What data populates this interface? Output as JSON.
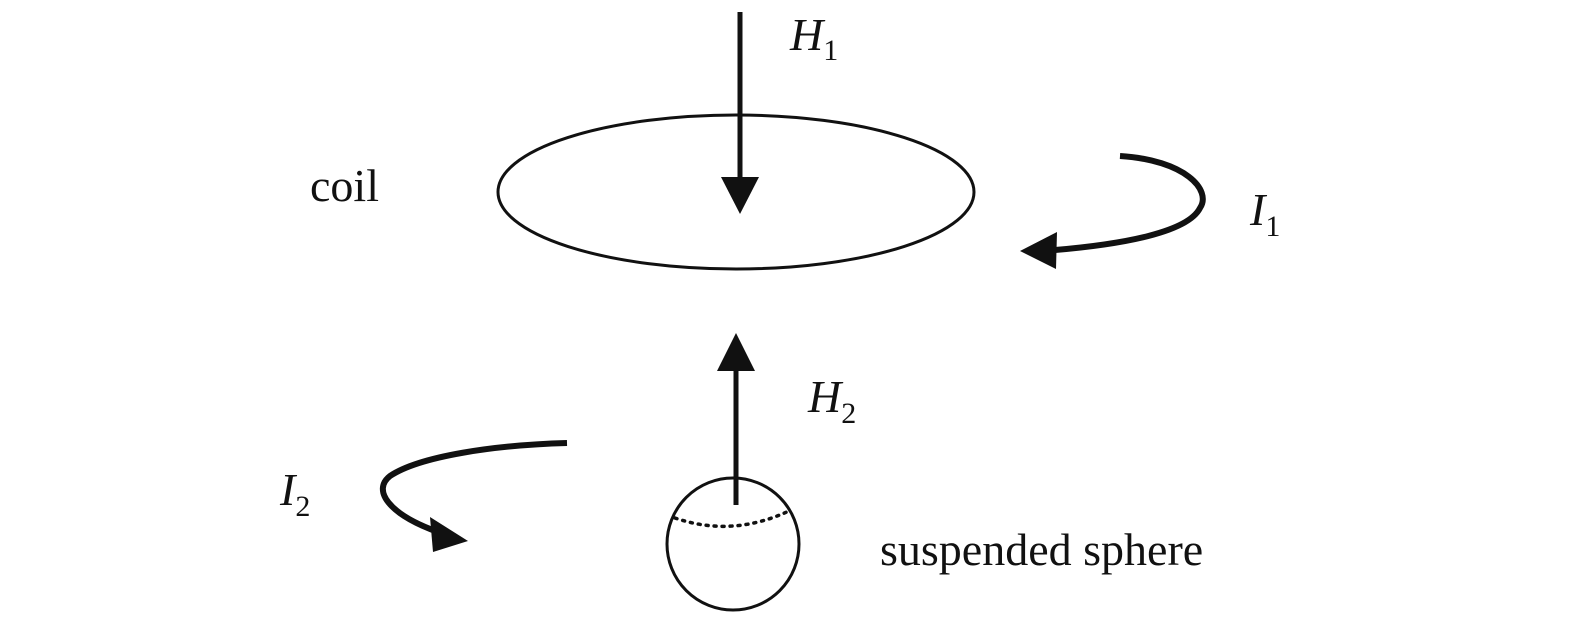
{
  "labels": {
    "coil": "coil",
    "sphere": "suspended sphere",
    "h1": {
      "symbol": "H",
      "subscript": "1"
    },
    "h2": {
      "symbol": "H",
      "subscript": "2"
    },
    "i1": {
      "symbol": "I",
      "subscript": "1"
    },
    "i2": {
      "symbol": "I",
      "subscript": "2"
    }
  },
  "colors": {
    "ink": "#111111",
    "background": "#ffffff"
  }
}
